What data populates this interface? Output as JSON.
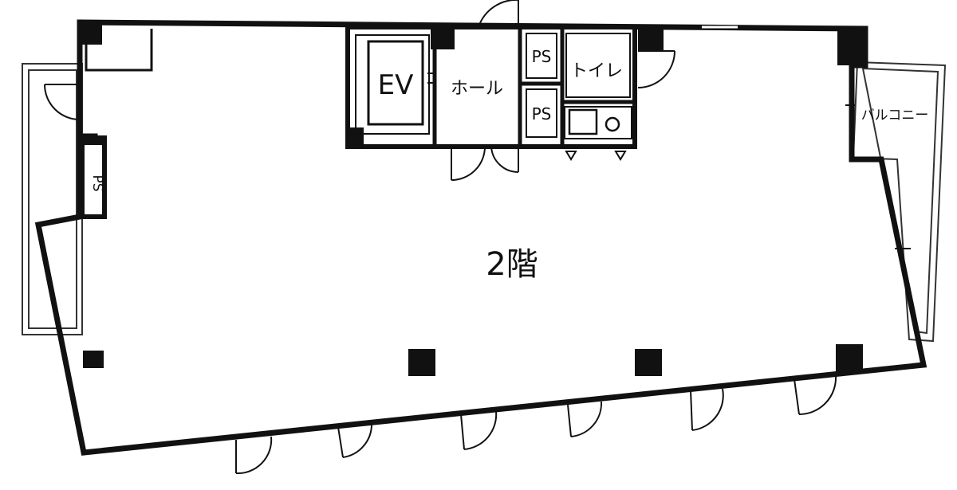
{
  "floor_plan": {
    "floor_label": "2階",
    "rooms": {
      "elevator": "EV",
      "hall": "ホール",
      "toilet": "トイレ",
      "balcony": "バルコニー",
      "ps_upper": "PS",
      "ps_lower": "PS",
      "ps_left": "PS"
    }
  }
}
